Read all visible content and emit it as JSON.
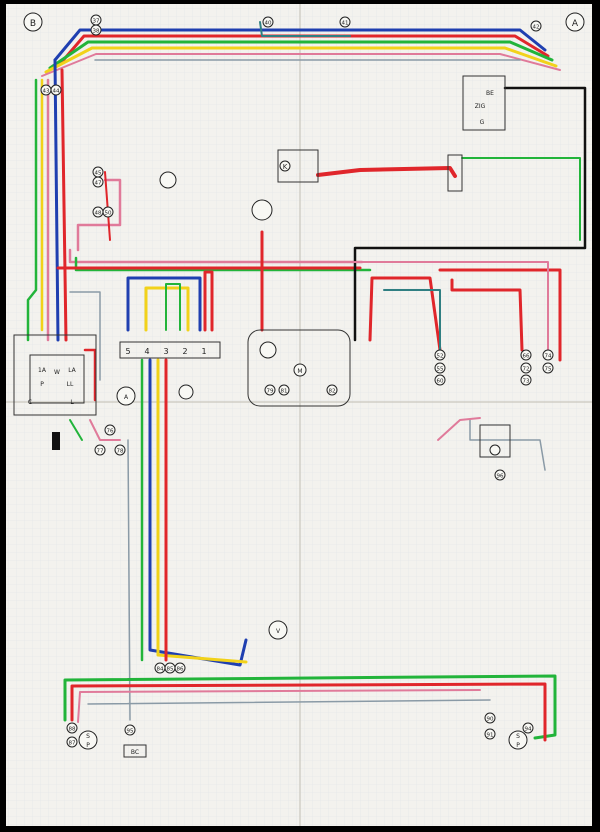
{
  "diagram": {
    "kind": "hand-drawn automotive wiring schematic on grid paper",
    "paper_color": "#f3f2ee",
    "grid_color": "#d9dde3",
    "wire_colors": {
      "red": "#e0262b",
      "blue": "#1f3fb0",
      "green": "#22b43a",
      "yellow": "#f2d21a",
      "pink": "#e07a9a",
      "black": "#111111",
      "grey": "#8a9aa6",
      "teal": "#2f7f82"
    },
    "corner_labels": {
      "top_left": "B",
      "top_right": "A"
    },
    "terminal_block": {
      "numbers": [
        "5",
        "4",
        "3",
        "2",
        "1"
      ]
    },
    "regulator_box": {
      "labels": [
        "1A",
        "W",
        "LA",
        "P",
        "LL",
        "C",
        "L"
      ]
    },
    "relay_box": {
      "labels": [
        "BE",
        "ZIG",
        "G"
      ]
    },
    "small_labels": {
      "coil": "K",
      "motor": "M",
      "gauge_a": "A",
      "gauge_v": "V",
      "sender_left": "S",
      "sender_right": "S",
      "plug_left": "P",
      "plug_right": "P",
      "bottom_tag": "BC"
    },
    "connector_numbers": [
      "37",
      "38",
      "40",
      "41",
      "42",
      "43",
      "44",
      "45",
      "47",
      "48",
      "50",
      "52",
      "55",
      "60",
      "66",
      "72",
      "73",
      "74",
      "75",
      "76",
      "77",
      "78",
      "79",
      "81",
      "82",
      "84",
      "85",
      "86",
      "87",
      "88",
      "90",
      "91",
      "94",
      "95",
      "96"
    ]
  }
}
